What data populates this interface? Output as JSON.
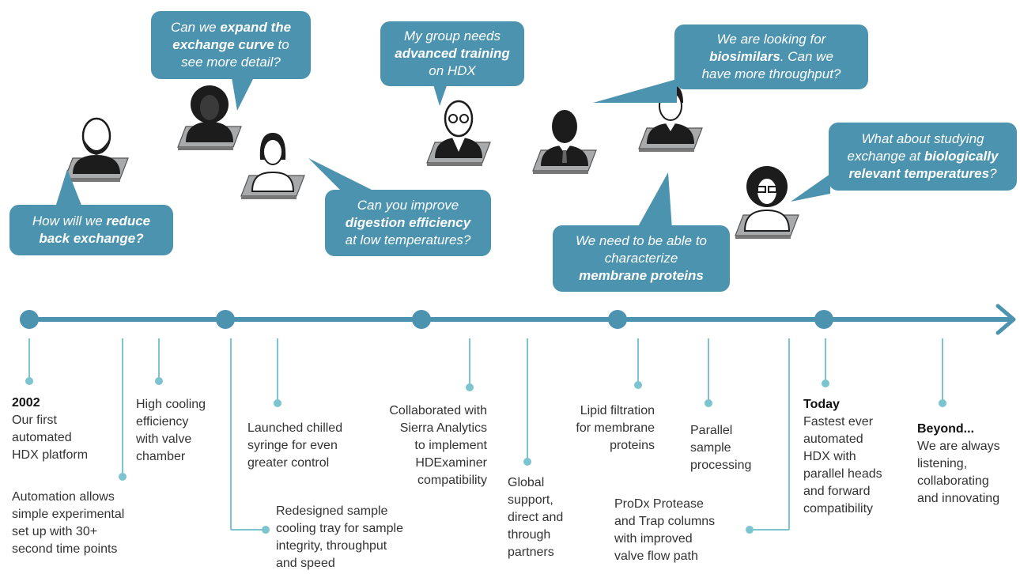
{
  "colors": {
    "accent": "#4c93b0",
    "timeline_line": "#4c93b0",
    "connector": "#7cc4cf",
    "person_fill": "#1c1c1c",
    "desk": "#a7a9ab"
  },
  "bubbles": [
    {
      "id": "reduce-back-exchange",
      "lines": [
        [
          "How will we ",
          "reduce"
        ],
        [
          "",
          "back exchange?"
        ]
      ]
    },
    {
      "id": "expand-exchange-curve",
      "lines": [
        [
          "Can we ",
          "expand the"
        ],
        [
          "",
          "exchange curve",
          " to"
        ],
        [
          "see more detail?"
        ]
      ]
    },
    {
      "id": "advanced-training",
      "lines": [
        [
          "My group needs"
        ],
        [
          "",
          "advanced training"
        ],
        [
          "on HDX"
        ]
      ]
    },
    {
      "id": "biosimilars",
      "lines": [
        [
          "We are looking for"
        ],
        [
          "",
          "biosimilars",
          ". Can we"
        ],
        [
          "have more throughput?"
        ]
      ]
    },
    {
      "id": "digestion-efficiency",
      "lines": [
        [
          "Can you improve"
        ],
        [
          "",
          "digestion efficiency"
        ],
        [
          "at low temperatures?"
        ]
      ]
    },
    {
      "id": "biological-temperatures",
      "lines": [
        [
          "What about studying"
        ],
        [
          "exchange at ",
          "biologically"
        ],
        [
          "",
          "relevant temperatures",
          "?"
        ]
      ]
    },
    {
      "id": "membrane-proteins",
      "lines": [
        [
          "We need to be able to"
        ],
        [
          "characterize"
        ],
        [
          "",
          "membrane proteins"
        ]
      ]
    }
  ],
  "milestones": [
    {
      "id": "2002",
      "lines": [
        "2002",
        "Our first",
        "automated",
        "HDX platform"
      ],
      "bold_first": true
    },
    {
      "id": "automation",
      "lines": [
        "Automation allows",
        "simple experimental",
        "set up with 30+",
        "second time points"
      ]
    },
    {
      "id": "cooling",
      "lines": [
        "High cooling",
        "efficiency",
        "with valve",
        "chamber"
      ]
    },
    {
      "id": "chilled-syringe",
      "lines": [
        "Launched chilled",
        "syringe for even",
        "greater control"
      ]
    },
    {
      "id": "cooling-tray",
      "lines": [
        "Redesigned sample",
        "cooling tray for sample",
        "integrity, throughput",
        "and speed"
      ]
    },
    {
      "id": "sierra",
      "lines": [
        "Collaborated with",
        "Sierra Analytics",
        "to implement",
        "HDExaminer",
        "compatibility"
      ]
    },
    {
      "id": "global-support",
      "lines": [
        "Global",
        "support,",
        "direct and",
        "through",
        "partners"
      ]
    },
    {
      "id": "lipid-filtration",
      "lines": [
        "Lipid filtration",
        "for membrane",
        "proteins"
      ]
    },
    {
      "id": "parallel",
      "lines": [
        "Parallel",
        "sample",
        "processing"
      ]
    },
    {
      "id": "prodx",
      "lines": [
        "ProDx Protease",
        "and Trap columns",
        "with improved",
        "valve flow path"
      ]
    },
    {
      "id": "today",
      "lines": [
        "Today",
        "Fastest ever",
        "automated",
        "HDX with",
        "parallel heads",
        "and forward",
        "compatibility"
      ],
      "bold_first": true
    },
    {
      "id": "beyond",
      "lines": [
        "Beyond...",
        "We are always",
        "listening,",
        "collaborating",
        "and innovating"
      ],
      "bold_first": true
    }
  ]
}
